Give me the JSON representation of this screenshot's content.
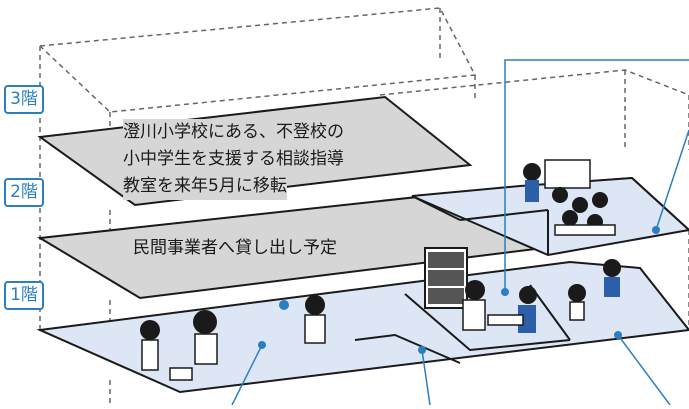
{
  "floors": {
    "third": {
      "label": "3階"
    },
    "second": {
      "label": "2階"
    },
    "first": {
      "label": "1階"
    }
  },
  "annotations": {
    "relocation_lines": [
      "澄川小学校にある、不登校の",
      "小中学生を支援する相談指導",
      "教室を来年5月に移転"
    ],
    "lease_plan": "民間事業者へ貸し出し予定"
  },
  "colors": {
    "accent": "#2b7fc0",
    "gray_floor": "#d6d6d6",
    "blue_room": "#dde6f4",
    "outline": "#1a1a1a"
  }
}
